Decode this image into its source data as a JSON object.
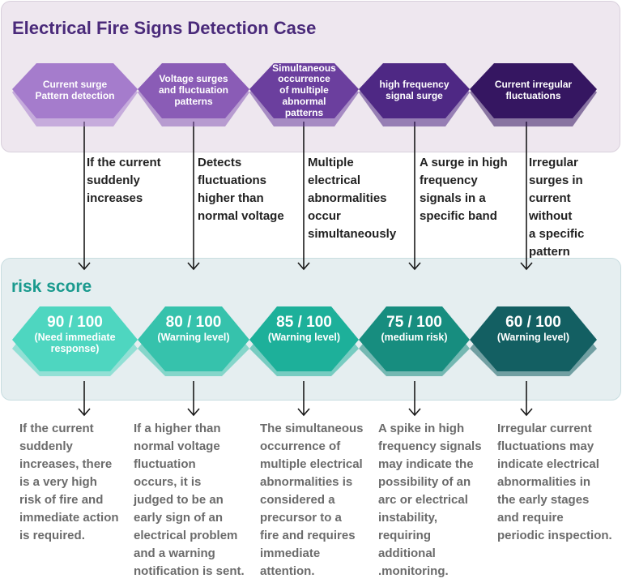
{
  "title": "Electrical Fire Signs Detection Case",
  "risk_title": "risk score",
  "colors": {
    "top_panel_bg": "#eee7ef",
    "mid_panel_bg": "#e5eef0",
    "title": "#4a2a7a",
    "risk_title": "#1a9a8e",
    "signs": [
      "#a57ccc",
      "#8a5cb6",
      "#6b3f9e",
      "#4e2884",
      "#351661"
    ],
    "scores": [
      "#4ed6c0",
      "#36c2ac",
      "#1db09a",
      "#178d7f",
      "#135f62"
    ]
  },
  "signs": [
    {
      "lines": [
        "Current surge",
        "Pattern detection"
      ]
    },
    {
      "lines": [
        "Voltage surges",
        "and fluctuation",
        "patterns"
      ]
    },
    {
      "lines": [
        "Simultaneous",
        "occurrence",
        "of multiple abnormal",
        "patterns"
      ]
    },
    {
      "lines": [
        "high frequency",
        "signal surge"
      ]
    },
    {
      "lines": [
        "Current irregular",
        "fluctuations"
      ]
    }
  ],
  "detections": [
    {
      "lines": [
        "If the current",
        "suddenly",
        "increases"
      ]
    },
    {
      "lines": [
        "Detects",
        "fluctuations",
        "higher than",
        "normal voltage"
      ]
    },
    {
      "lines": [
        "Multiple",
        "electrical",
        "abnormalities",
        "occur",
        "simultaneously"
      ]
    },
    {
      "lines": [
        "A surge in high",
        "frequency",
        "signals in a",
        "specific band"
      ]
    },
    {
      "lines": [
        "Irregular",
        "surges in",
        "current",
        "without",
        "a specific",
        "pattern"
      ]
    }
  ],
  "scores": [
    {
      "score": "90 / 100",
      "sub": [
        "(Need immediate",
        "response)"
      ]
    },
    {
      "score": "80 / 100",
      "sub": [
        "(Warning level)"
      ]
    },
    {
      "score": "85 / 100",
      "sub": [
        "(Warning level)"
      ]
    },
    {
      "score": "75 / 100",
      "sub": [
        "(medium risk)"
      ]
    },
    {
      "score": "60 / 100",
      "sub": [
        "(Warning level)"
      ]
    }
  ],
  "outcomes": [
    {
      "lines": [
        "If the current",
        "suddenly",
        "increases, there",
        "is a very high",
        "risk of fire and",
        "immediate action",
        "is required."
      ]
    },
    {
      "lines": [
        "If a higher than",
        "normal voltage",
        "fluctuation",
        "occurs, it is",
        "judged to be an",
        "early sign of an",
        "electrical problem",
        "and a warning",
        "notification is sent."
      ]
    },
    {
      "lines": [
        "The simultaneous",
        "occurrence of",
        "multiple electrical",
        "abnormalities is",
        "considered a",
        "precursor to a",
        "fire and requires",
        "immediate",
        "attention."
      ]
    },
    {
      "lines": [
        "A spike in high",
        "frequency signals",
        "may indicate the",
        "possibility of an",
        "arc or electrical",
        "instability,",
        "requiring",
        "additional",
        ".monitoring."
      ]
    },
    {
      "lines": [
        "Irregular current",
        "fluctuations may",
        "indicate electrical",
        "abnormalities in",
        "the early stages",
        "and require",
        "periodic inspection."
      ]
    }
  ]
}
